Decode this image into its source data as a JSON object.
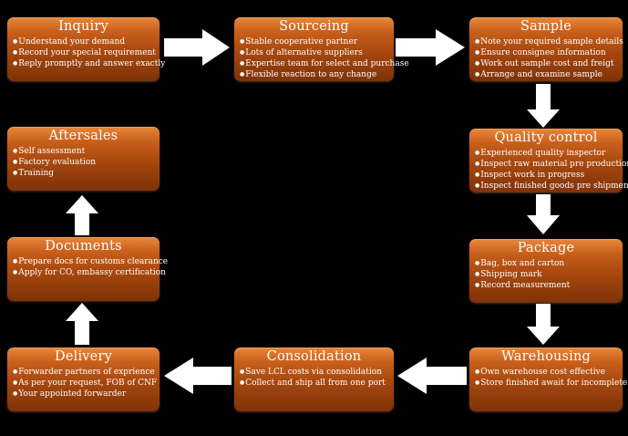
{
  "steps": {
    "inquiry": {
      "title": "Inquiry",
      "items": [
        "Understand your demand",
        "Record your special requirement",
        "Reply promptly and answer exactly"
      ]
    },
    "sourceing": {
      "title": "Sourceing",
      "items": [
        "Stable cooperative partner",
        "Lots of alternative suppliers",
        "Expertise team for select and purchase",
        "Flexible reaction to any change"
      ]
    },
    "sample": {
      "title": "Sample",
      "items": [
        "Note your required sample details",
        "Ensure consignee information",
        "Work out sample cost and freigt",
        "Arrange and examine sample"
      ]
    },
    "quality_control": {
      "title": "Quality control",
      "items": [
        "Experienced quality inspector",
        "Inspect raw material pre production",
        "Inspect work in progress",
        "Inspect finished goods pre shipment"
      ]
    },
    "package": {
      "title": "Package",
      "items": [
        "Bag, box and carton",
        "Shipping mark",
        "Record measurement"
      ]
    },
    "warehousing": {
      "title": "Warehousing",
      "items": [
        "Own warehouse cost effective",
        "Store finished await for incomplete"
      ]
    },
    "consolidation": {
      "title": "Consolidation",
      "items": [
        "Save LCL costs via consolidation",
        "Collect and ship all from one port"
      ]
    },
    "delivery": {
      "title": "Delivery",
      "items": [
        "Forwarder partners of exprience",
        "As per your request, FOB of CNF",
        "Your appointed forwarder"
      ]
    },
    "documents": {
      "title": "Documents",
      "items": [
        "Prepare docs for customs clearance",
        "Apply for CO, embassy certification"
      ]
    },
    "aftersales": {
      "title": "Aftersales",
      "items": [
        "Self assessment",
        "Factory evaluation",
        "Training"
      ]
    }
  },
  "colors": {
    "background": "#000000",
    "box_top": "#e8873a",
    "box_bottom": "#7f3208",
    "arrow": "#ffffff"
  }
}
